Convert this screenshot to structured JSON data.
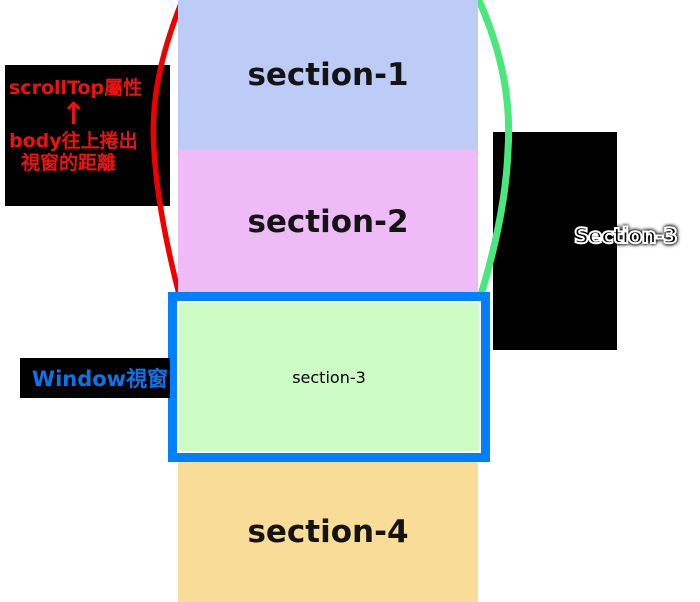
{
  "diagram": {
    "left_callout": {
      "line1": "scrollTop屬性",
      "arrow_icon": "↑",
      "line2": "body往上捲出",
      "line3": "視窗的距離",
      "text_color": "#ee1111"
    },
    "window_callout": {
      "text": "Window視窗",
      "text_color": "#0b74eb"
    },
    "right_callout": {
      "text": "Section-3"
    },
    "viewport": {
      "border_color": "#0080fd"
    },
    "arcs": {
      "left_color": "#ee0000",
      "right_color": "#4ae87c"
    },
    "sections": [
      {
        "label": "section-1",
        "color": "#bdcbf7"
      },
      {
        "label": "section-2",
        "color": "#eebbf7"
      },
      {
        "label": "section-3",
        "color": "#ccfcc4"
      },
      {
        "label": "section-4",
        "color": "#f8dc97"
      }
    ]
  }
}
